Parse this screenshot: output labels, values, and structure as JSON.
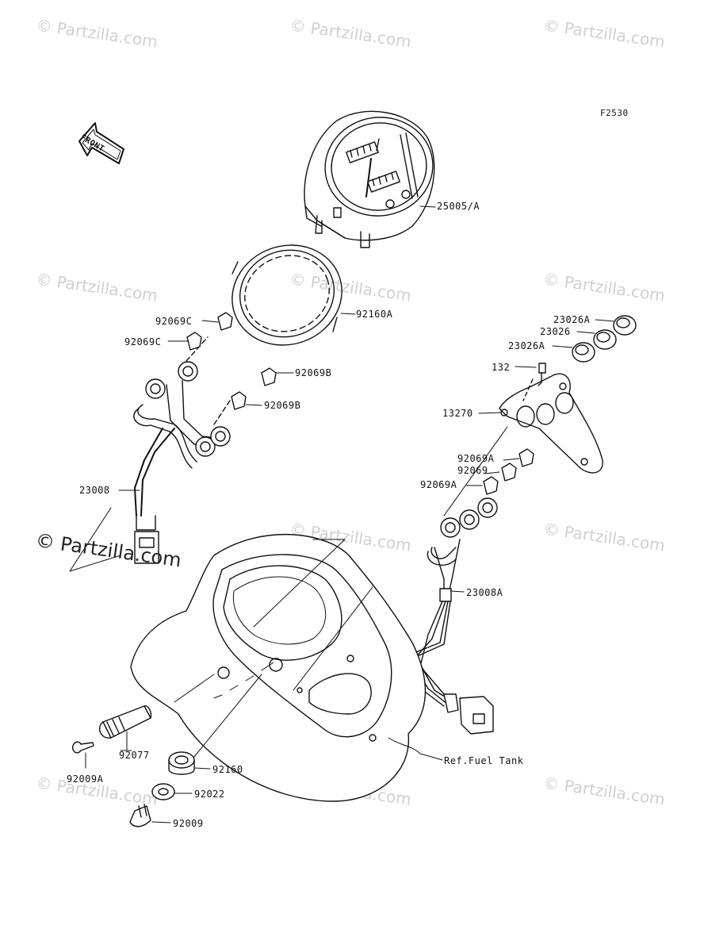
{
  "figure_code": "F2530",
  "front_arrow_text": "FRONT",
  "watermark": {
    "text": "© Partzilla.com",
    "foreground_text": "© Partzilla.com"
  },
  "labels": {
    "speedometer": "25005/A",
    "ring_gasket": "92160A",
    "bulb_c_top": "92069C",
    "bulb_c_bottom": "92069C",
    "bulb_b_top": "92069B",
    "bulb_b_bottom": "92069B",
    "harness_left": "23008",
    "lens_23026a_top": "23026A",
    "lens_23026": "23026",
    "lens_23026a_bottom": "23026A",
    "screw_132": "132",
    "bracket": "13270",
    "bulb_a_top": "92069A",
    "bulb_92069": "92069",
    "bulb_a_bottom": "92069A",
    "harness_right": "23008A",
    "ref_fuel_tank": "Ref.Fuel Tank",
    "knob": "92077",
    "screw_92009a": "92009A",
    "grommet": "92160",
    "washer": "92022",
    "bolt": "92009"
  }
}
